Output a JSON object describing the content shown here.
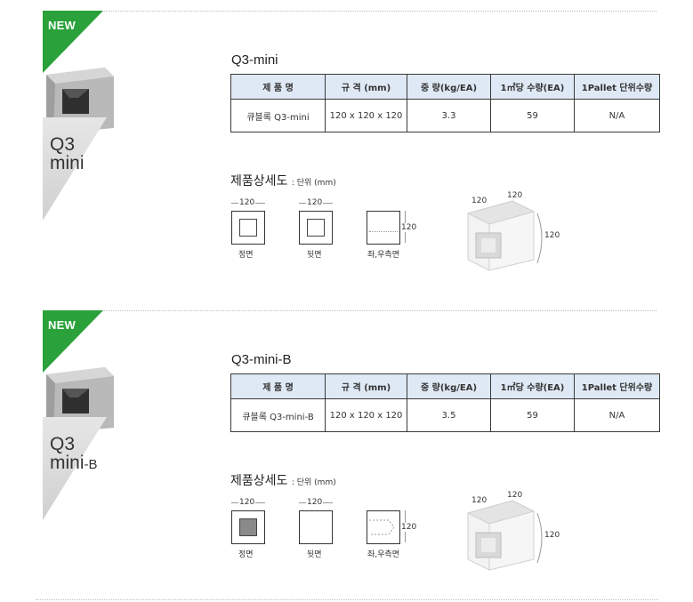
{
  "products": [
    {
      "badge": "NEW",
      "model_line1": "Q3",
      "model_line2": "mini",
      "model_suffix": "",
      "title": "Q3-mini",
      "headers": [
        "제 품 명",
        "규 격 (mm)",
        "중 량(kg/EA)",
        "1㎡당 수량(EA)",
        "1Pallet 단위수량"
      ],
      "row": [
        "큐블록 Q3-mini",
        "120 x 120 x 120",
        "3.3",
        "59",
        "N/A"
      ],
      "detail_title": "제품상세도",
      "detail_unit": ": 단위 (mm)",
      "views": {
        "front": {
          "dim": "120",
          "label": "정면"
        },
        "back": {
          "dim": "120",
          "label": "뒷면"
        },
        "side": {
          "dim": "120",
          "label": "좌,우측면"
        }
      },
      "iso_dims": {
        "a": "120",
        "b": "120",
        "c": "120"
      },
      "front_fill": "#ffffff"
    },
    {
      "badge": "NEW",
      "model_line1": "Q3",
      "model_line2": "mini",
      "model_suffix": "-B",
      "title": "Q3-mini-B",
      "headers": [
        "제 품 명",
        "규 격 (mm)",
        "중 량(kg/EA)",
        "1㎡당 수량(EA)",
        "1Pallet 단위수량"
      ],
      "row": [
        "큐블록 Q3-mini-B",
        "120 x 120 x 120",
        "3.5",
        "59",
        "N/A"
      ],
      "detail_title": "제품상세도",
      "detail_unit": ": 단위 (mm)",
      "views": {
        "front": {
          "dim": "120",
          "label": "정면"
        },
        "back": {
          "dim": "120",
          "label": "뒷면"
        },
        "side": {
          "dim": "120",
          "label": "좌,우측면"
        }
      },
      "iso_dims": {
        "a": "120",
        "b": "120",
        "c": "120"
      },
      "front_fill": "#8a8a8a"
    }
  ],
  "colors": {
    "badge_green": "#2aa13a",
    "header_bg": "#dfe9f5"
  }
}
